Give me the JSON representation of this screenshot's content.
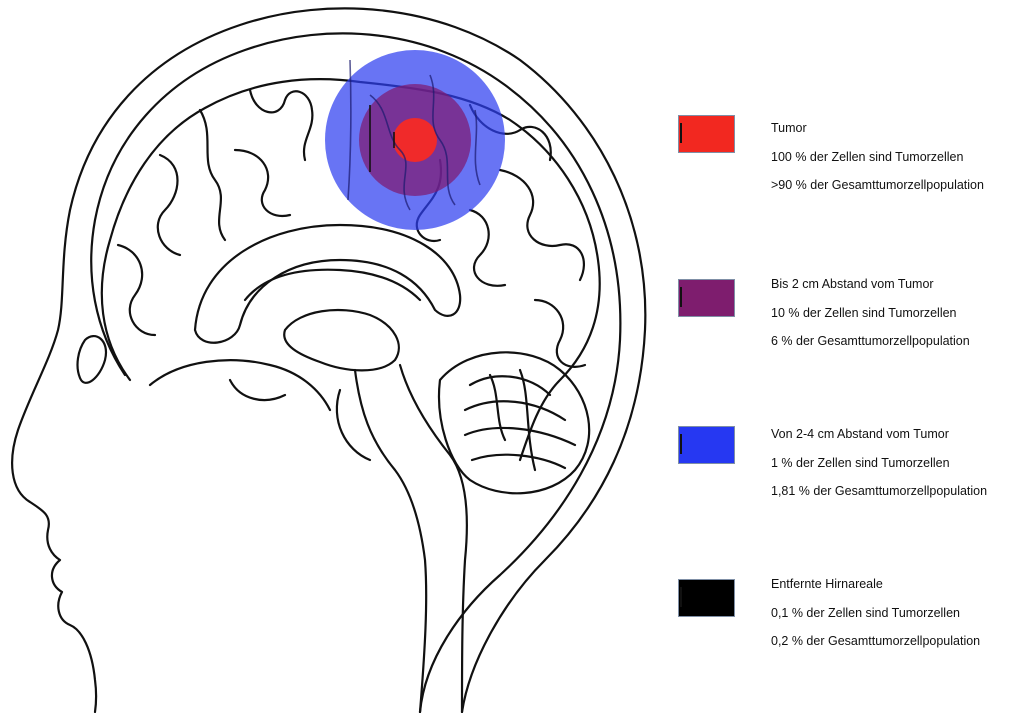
{
  "colors": {
    "outline": "#111111",
    "tumor_core": "#f02a2a",
    "zone_2cm": "#7e1a72",
    "zone_2_4cm": "#2e3ef0",
    "distant": "#000000"
  },
  "illustration": {
    "subject": "sagittal brain section with tumor infiltration zones"
  },
  "legend": [
    {
      "color": "#f22820",
      "title": "Tumor",
      "line1": "100 % der Zellen sind Tumorzellen",
      "line2": ">90 % der Gesamttumorzellpopulation"
    },
    {
      "color": "#7e1d6e",
      "title": "Bis 2 cm Abstand vom Tumor",
      "line1": "10 % der Zellen sind Tumorzellen",
      "line2": "6 % der Gesamttumorzellpopulation"
    },
    {
      "color": "#2638f2",
      "title": "Von 2-4 cm Abstand vom Tumor",
      "line1": "1 % der Zellen sind Tumorzellen",
      "line2": "1,81 % der Gesamttumorzellpopulation"
    },
    {
      "color": "#000000",
      "title": "Entfernte Hirnareale",
      "line1": "0,1 % der Zellen sind Tumorzellen",
      "line2": "0,2 % der Gesamttumorzellpopulation"
    }
  ]
}
